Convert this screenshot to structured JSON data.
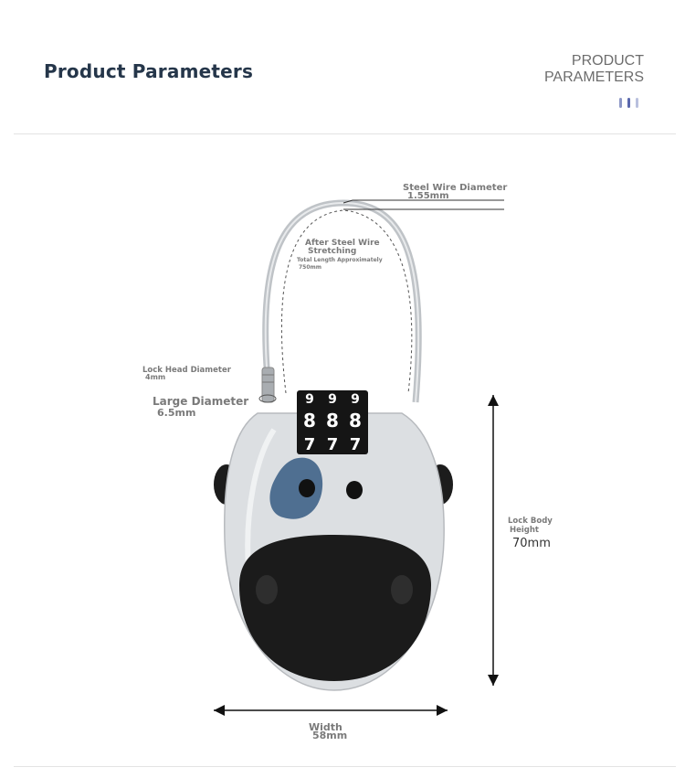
{
  "header": {
    "title": "Product Parameters",
    "tag_line1": "PRODUCT",
    "tag_line2": "PARAMETERS",
    "bar_colors": [
      "#8c97c6",
      "#5a68ad",
      "#b9c0de"
    ]
  },
  "specs": {
    "steel_wire_label": "Steel Wire Diameter",
    "steel_wire_value": "1.55mm",
    "stretch_label_1": "After Steel Wire",
    "stretch_label_2": "Stretching",
    "stretch_note_1": "Total Length Approximately",
    "stretch_note_2": "750mm",
    "lock_head_label": "Lock Head Diameter",
    "lock_head_value": "4mm",
    "large_diameter_label": "Large Diameter",
    "large_diameter_value": "6.5mm",
    "body_height_label_1": "Lock Body",
    "body_height_label_2": "Height",
    "body_height_value": "70mm",
    "width_label": "Width",
    "width_value": "58mm"
  },
  "dials": {
    "top_row": [
      "9",
      "9",
      "9"
    ],
    "middle_row": [
      "8",
      "8",
      "8"
    ],
    "bottom_row": [
      "7",
      "7",
      "7"
    ]
  },
  "colors": {
    "body": "#dcdfe2",
    "face": "#1b1b1b",
    "spot": "#4f6f91",
    "dial_bg": "#151515",
    "dial_text": "#ffffff"
  }
}
